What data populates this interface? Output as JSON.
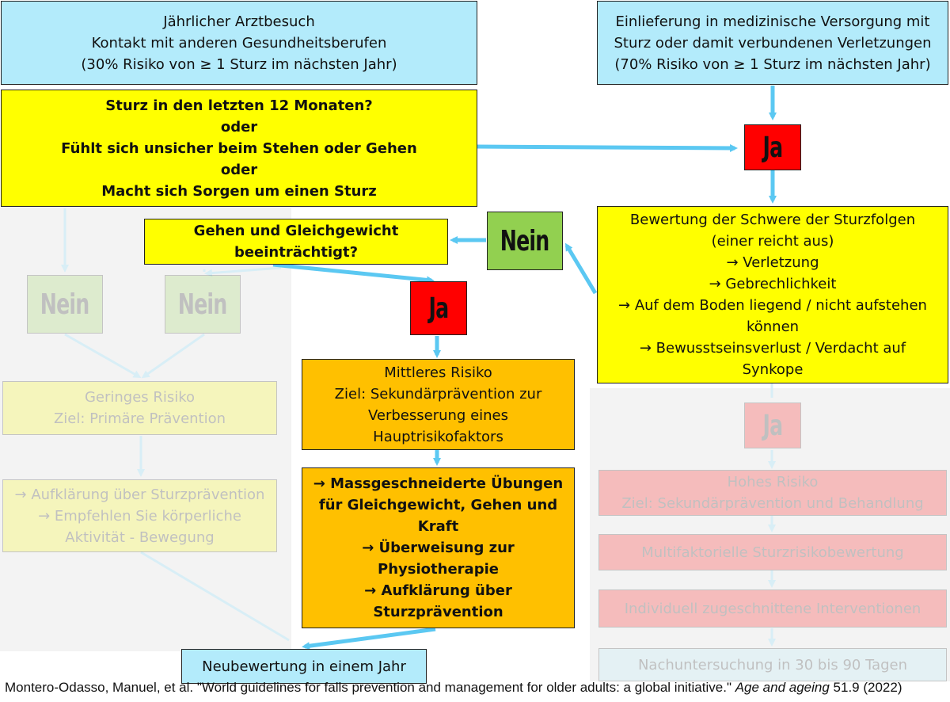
{
  "colors": {
    "arrow": "#5bc8f2",
    "blue_box": "#b3ebfb",
    "yellow_box": "#ffff00",
    "orange_box": "#ffc000",
    "red_box": "#ff0000",
    "green_box": "#92d050"
  },
  "top_left": {
    "lines": [
      "Jährlicher Arztbesuch",
      "Kontakt mit anderen Gesundheitsberufen",
      "(30% Risiko von ≥ 1 Sturz im nächsten Jahr)"
    ]
  },
  "top_right": {
    "lines": [
      "Einlieferung in medizinische Versorgung mit",
      "Sturz oder damit verbundenen Verletzungen",
      "(70% Risiko von ≥ 1 Sturz im nächsten Jahr)"
    ]
  },
  "question": {
    "lines": [
      "Sturz in den letzten 12 Monaten?",
      "oder",
      "Fühlt sich unsicher beim Stehen oder Gehen",
      "oder",
      "Macht sich Sorgen um einen Sturz"
    ]
  },
  "ja_top": "Ja",
  "severity": {
    "lines": [
      "Bewertung der Schwere der Sturzfolgen",
      "(einer reicht aus)",
      "→ Verletzung",
      "→ Gebrechlichkeit",
      "→ Auf dem Boden liegend / nicht aufstehen",
      "können",
      "→ Bewusstseinsverlust / Verdacht auf",
      "Synkope"
    ]
  },
  "nein_mid": "Nein",
  "gait": {
    "lines": [
      "Gehen und Gleichgewicht",
      "beeinträchtigt?"
    ]
  },
  "ja_mid": "Ja",
  "medium_risk": {
    "lines": [
      "Mittleres Risiko",
      "Ziel: Sekundärprävention zur",
      "Verbesserung eines",
      "Hauptrisikofaktors"
    ]
  },
  "interventions": {
    "lines": [
      "→ Massgeschneiderte Übungen",
      "für Gleichgewicht, Gehen und",
      "Kraft",
      "→ Überweisung zur",
      "Physiotherapie",
      "→ Aufklärung über",
      "Sturzprävention"
    ]
  },
  "reassess": "Neubewertung in einem Jahr",
  "faded_left": {
    "nein_1": "Nein",
    "nein_2": "Nein",
    "low_risk": [
      "Geringes Risiko",
      "Ziel: Primäre Prävention"
    ],
    "education": [
      "→ Aufklärung über Sturzprävention",
      "→ Empfehlen Sie körperliche",
      "Aktivität - Bewegung"
    ]
  },
  "faded_right": {
    "ja": "Ja",
    "high_risk": [
      "Hohes Risiko",
      "Ziel: Sekundärprävention und Behandlung"
    ],
    "assessment": "Multifaktorielle Sturzrisikobewertung",
    "individual": "Individuell zugeschnittene Interventionen",
    "followup": "Nachuntersuchung in 30 bis 90 Tagen"
  },
  "citation": {
    "authors": "Montero-Odasso, Manuel, et al. \"World guidelines for falls prevention and management for older adults: a global initiative.\" ",
    "journal": "Age and ageing",
    "volume": " 51.9 (2022)"
  }
}
